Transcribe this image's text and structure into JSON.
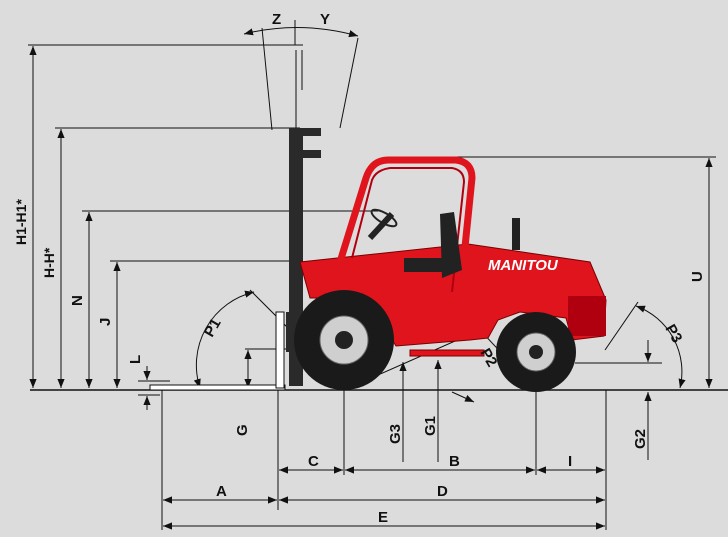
{
  "brand": "MANITOU",
  "colors": {
    "background": "#dcdcdc",
    "body": "#e0141c",
    "tyre": "#1a1a1a",
    "hub": "#cfcfcf"
  },
  "dimension_labels": {
    "Z": "Z",
    "Y": "Y",
    "H1": "H1-H1*",
    "H": "H-H*",
    "N": "N",
    "J": "J",
    "L": "L",
    "P1": "P1",
    "P2": "P2",
    "P3": "P3",
    "U": "U",
    "G": "G",
    "G1": "G1",
    "G2": "G2",
    "G3": "G3",
    "A": "A",
    "B": "B",
    "C": "C",
    "D": "D",
    "E": "E",
    "I": "I"
  }
}
